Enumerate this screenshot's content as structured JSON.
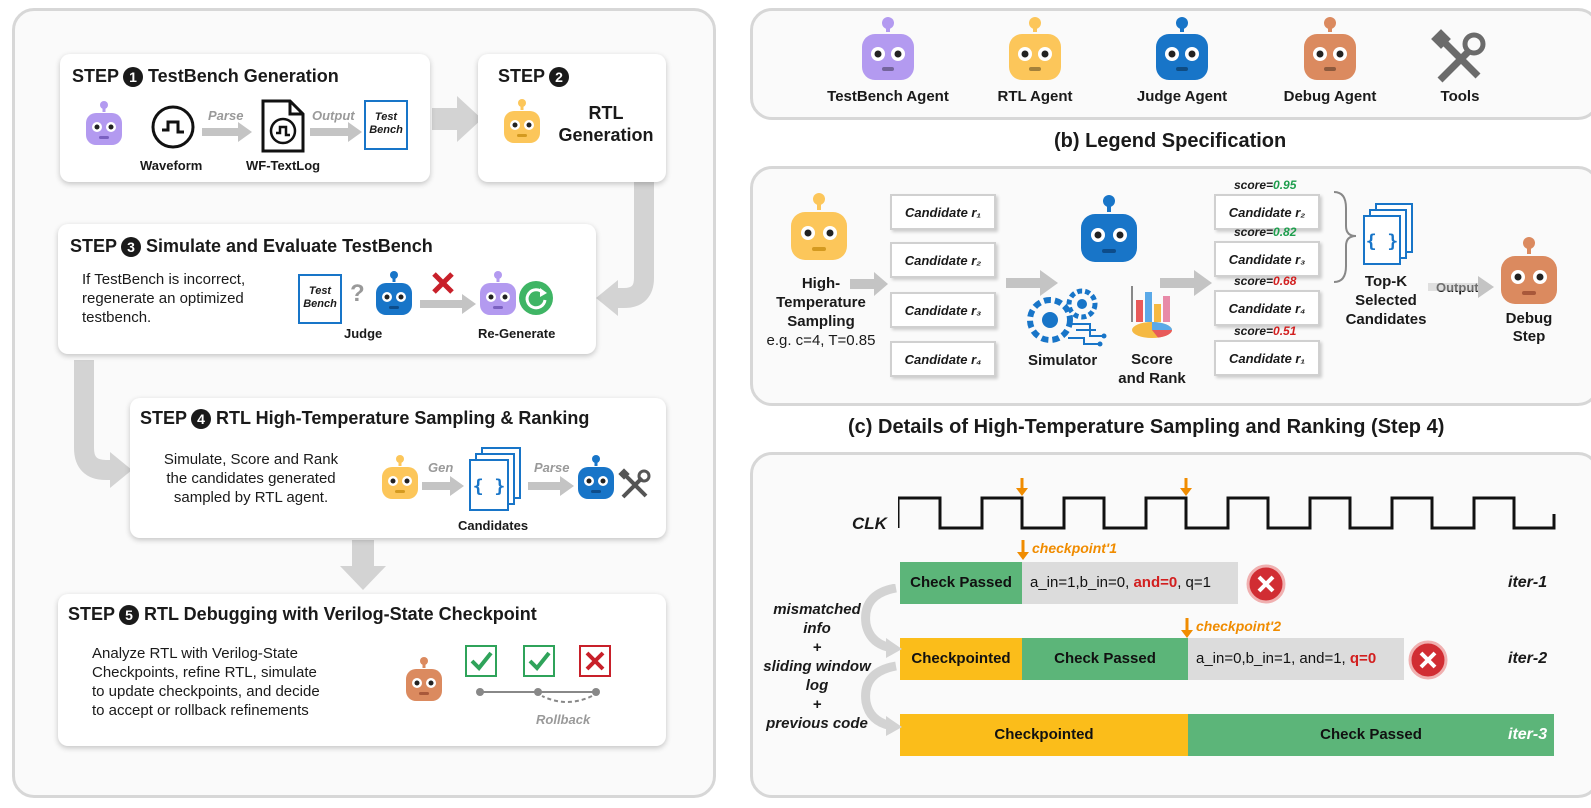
{
  "panel_a": {
    "step1": {
      "prefix": "STEP",
      "num": "1",
      "title": "TestBench Generation",
      "waveform": "Waveform",
      "parse": "Parse",
      "wf_textlog": "WF-TextLog",
      "output": "Output",
      "doc_line1": "Test",
      "doc_line2": "Bench"
    },
    "step2": {
      "prefix": "STEP",
      "num": "2",
      "line1": "RTL",
      "line2": "Generation"
    },
    "step3": {
      "prefix": "STEP",
      "num": "3",
      "title": "Simulate and Evaluate TestBench",
      "desc": [
        "If TestBench is incorrect,",
        "regenerate an optimized",
        "testbench."
      ],
      "doc_line1": "Test",
      "doc_line2": "Bench",
      "question": "?",
      "judge": "Judge",
      "regenerate": "Re-Generate"
    },
    "step4": {
      "prefix": "STEP",
      "num": "4",
      "title": "RTL High-Temperature Sampling & Ranking",
      "desc": [
        "Simulate, Score and Rank",
        "the candidates generated",
        "sampled by RTL agent."
      ],
      "gen": "Gen",
      "parse": "Parse",
      "candidates": "Candidates"
    },
    "step5": {
      "prefix": "STEP",
      "num": "5",
      "title": "RTL Debugging with Verilog-State Checkpoint",
      "desc": [
        "Analyze RTL with Verilog-State",
        "Checkpoints, refine RTL, simulate",
        "to update checkpoints, and decide",
        "to accept or rollback refinements"
      ],
      "rollback": "Rollback"
    }
  },
  "legend": {
    "caption": "(b) Legend Specification",
    "items": [
      {
        "label": "TestBench Agent",
        "color": "#b39af0"
      },
      {
        "label": "RTL Agent",
        "color": "#fcc65a"
      },
      {
        "label": "Judge Agent",
        "color": "#1875c8"
      },
      {
        "label": "Debug Agent",
        "color": "#db8a5f"
      },
      {
        "label": "Tools",
        "color": "#6b6b6b"
      }
    ]
  },
  "sampling": {
    "caption": "(c) Details of High-Temperature Sampling and Ranking (Step 4)",
    "agent_label": [
      "High-",
      "Temperature",
      "Sampling",
      "e.g. c=4, T=0.85"
    ],
    "candidates_left": [
      "Candidate r₁",
      "Candidate r₂",
      "Candidate r₃",
      "Candidate r₄"
    ],
    "simulator": "Simulator",
    "score_rank": [
      "Score",
      "and Rank"
    ],
    "ranked": [
      {
        "label": "Candidate r₂",
        "score_prefix": "score=",
        "score": "0.95",
        "good": true
      },
      {
        "label": "Candidate r₃",
        "score_prefix": "score=",
        "score": "0.82",
        "good": true
      },
      {
        "label": "Candidate r₄",
        "score_prefix": "score=",
        "score": "0.68",
        "good": false
      },
      {
        "label": "Candidate r₁",
        "score_prefix": "score=",
        "score": "0.51",
        "good": false
      }
    ],
    "topk": [
      "Top-K",
      "Selected",
      "Candidates"
    ],
    "output": "Output",
    "debug_step": [
      "Debug",
      "Step"
    ]
  },
  "timing": {
    "clk": "CLK",
    "checkpoint1": "checkpoint'1",
    "checkpoint2": "checkpoint'2",
    "feedback": [
      "mismatched",
      "info",
      "+",
      "sliding window",
      "log",
      "+",
      "previous code"
    ],
    "iter1": {
      "label": "iter-1",
      "passed": "Check Passed",
      "sig_a": "a_in=1,b_in=0, ",
      "sig_red": "and=0",
      "sig_b": ", q=1"
    },
    "iter2": {
      "label": "iter-2",
      "checkpointed": "Checkpointed",
      "passed": "Check Passed",
      "sig_a": "a_in=0,b_in=1, and=1, ",
      "sig_red": "q=0"
    },
    "iter3": {
      "label": "iter-3",
      "checkpointed": "Checkpointed",
      "passed": "Check Passed"
    }
  }
}
